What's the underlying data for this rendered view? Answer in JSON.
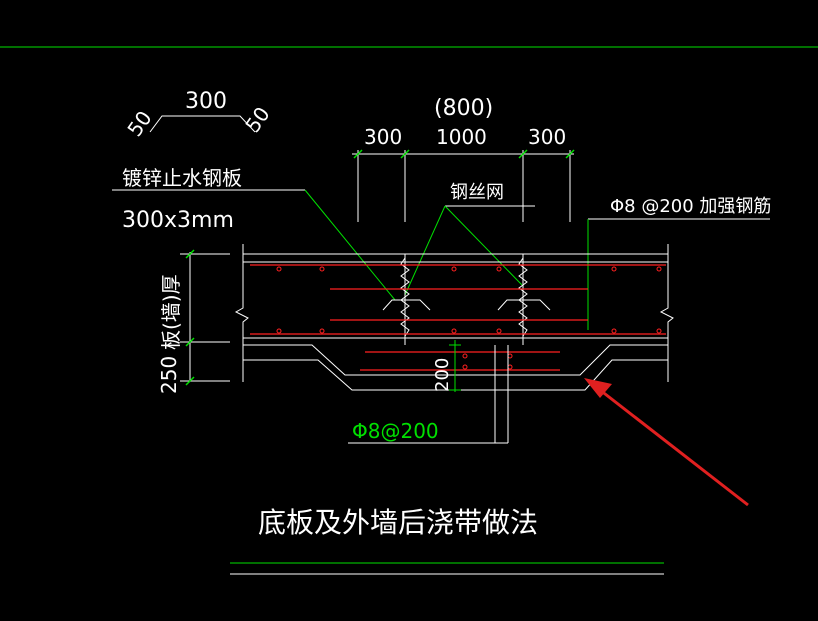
{
  "labels": {
    "bend_top": "300",
    "bend_left": "50",
    "bend_right": "50",
    "dim_800": "(800)",
    "dim_300_left": "300",
    "dim_1000": "1000",
    "dim_300_right": "300",
    "galvanized_plate": "镀锌止水钢板",
    "plate_size": "300x3mm",
    "wire_mesh": "钢丝网",
    "reinforcement": "Φ8 @200 加强钢筋",
    "slab_thickness": "板(墙)厚",
    "dim_250": "250",
    "dim_200": "200",
    "bottom_rebar": "Φ8@200",
    "title": "底板及外墙后浇带做法"
  },
  "colors": {
    "background": "#000000",
    "drawing_lines": "#ffffff",
    "leader_lines": "#00e000",
    "rebar": "#ff2020",
    "annotation_arrow": "#e02020"
  }
}
